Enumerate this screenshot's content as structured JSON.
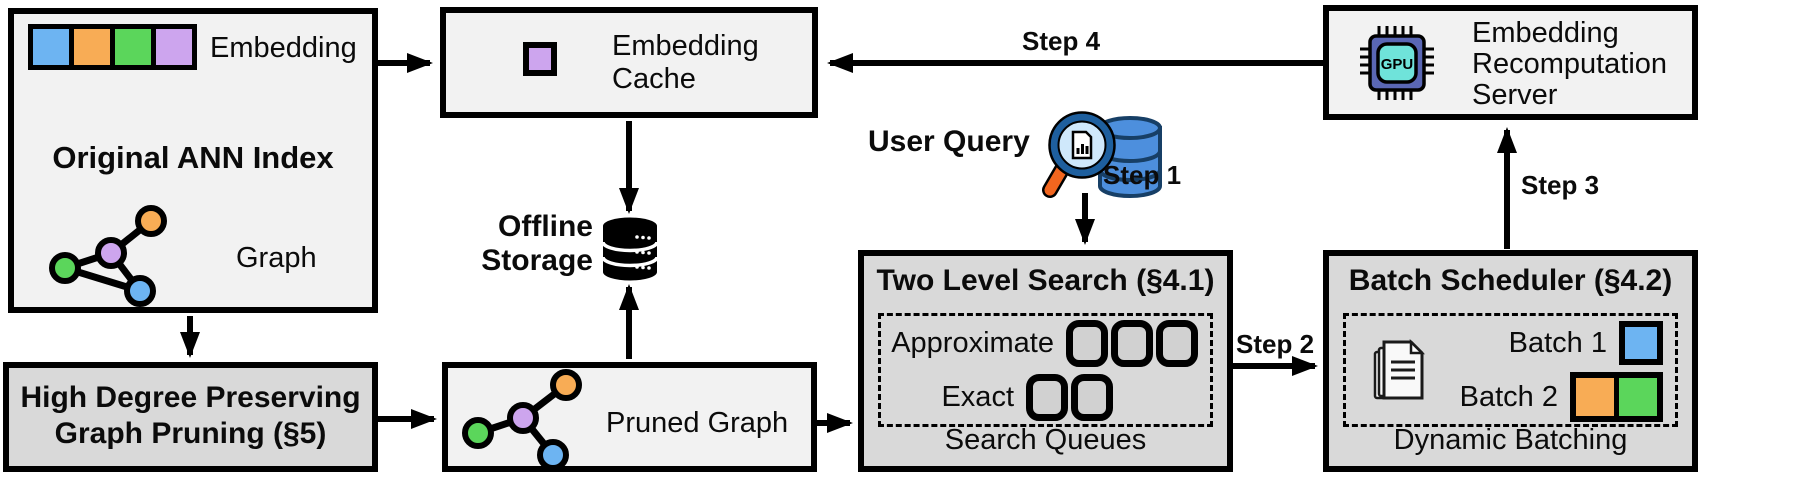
{
  "ann_index": {
    "title": "Original ANN Index",
    "embedding_label": "Embedding",
    "graph_label": "Graph"
  },
  "embedding_cache": {
    "line1": "Embedding",
    "line2": "Cache"
  },
  "offline_storage": {
    "line1": "Offline",
    "line2": "Storage"
  },
  "user_query": {
    "label": "User Query"
  },
  "two_level_search": {
    "title": "Two Level Search (§4.1)",
    "row1": "Approximate",
    "row2": "Exact",
    "caption": "Search Queues"
  },
  "batch_scheduler": {
    "title": "Batch Scheduler (§4.2)",
    "row1": "Batch 1",
    "row2": "Batch 2",
    "caption": "Dynamic Batching"
  },
  "recomputation_server": {
    "line1": "Embedding",
    "line2": "Recomputation",
    "line3": "Server",
    "chip_label": "GPU"
  },
  "graph_pruning": {
    "line1": "High Degree Preserving",
    "line2": "Graph Pruning (§5)"
  },
  "pruned_graph": {
    "label": "Pruned Graph"
  },
  "steps": {
    "step1": "Step 1",
    "step2": "Step 2",
    "step3": "Step 3",
    "step4": "Step 4"
  },
  "colors": {
    "embedding_blue": "#6db4f2",
    "embedding_orange": "#f8ac55",
    "embedding_green": "#5bd65b",
    "embedding_purple": "#cda5ee",
    "box_light": "#f2f2f2",
    "box_gray": "#d9d9d9",
    "queue_fill": "#d1d1d1",
    "chip_body": "#5a67b4",
    "chip_screen": "#6fe3da",
    "db_blue": "#4d8fdd",
    "db_dark": "#173f66",
    "lens_fill": "#cfe8fb",
    "lens_rim": "#1e5f9e",
    "handle_orange": "#f2661f",
    "page_fill": "#f9f9f9"
  }
}
